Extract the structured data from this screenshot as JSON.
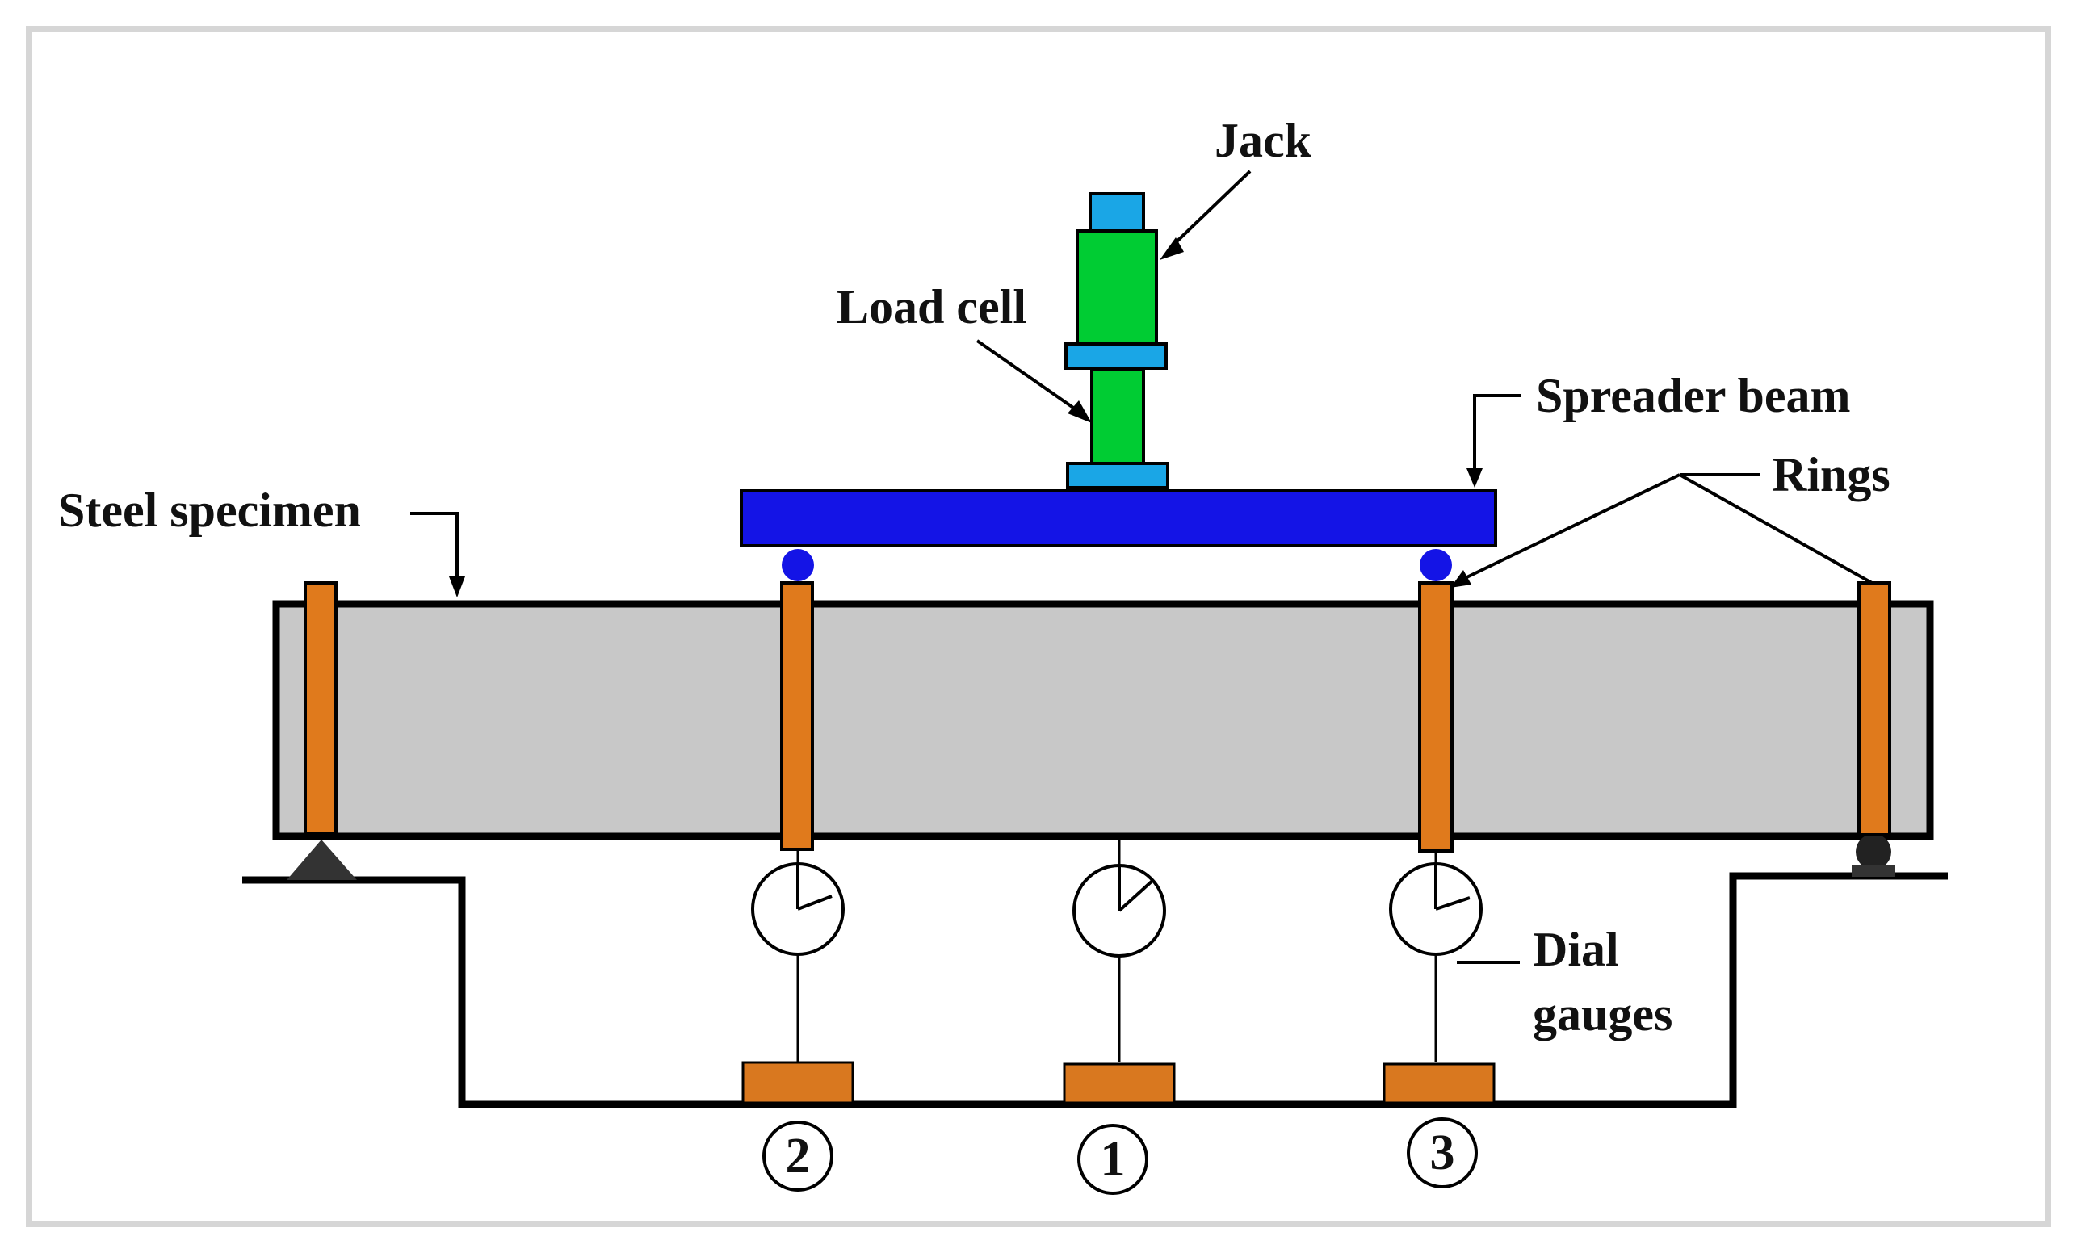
{
  "labels": {
    "jack": "Jack",
    "load_cell": "Load cell",
    "spreader_beam": "Spreader beam",
    "rings": "Rings",
    "steel_specimen": "Steel specimen",
    "dial_gauges_line1": "Dial",
    "dial_gauges_line2": "gauges"
  },
  "gauge_numbers": [
    "2",
    "1",
    "3"
  ],
  "colors": {
    "specimen": "#c8c8c8",
    "ring": "#e07a1c",
    "spreader": "#1414e6",
    "jack_body": "#00cc33",
    "plate": "#1aa6e6",
    "roller": "#1414e6",
    "base_block": "#d9781f"
  }
}
